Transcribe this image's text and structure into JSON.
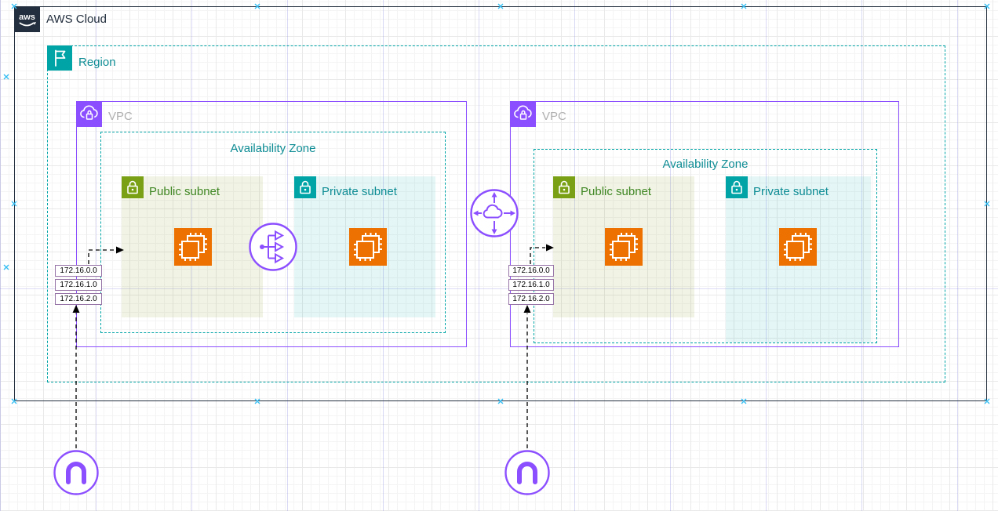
{
  "aws_cloud": {
    "label": "AWS Cloud",
    "logo_text": "aws"
  },
  "region": {
    "label": "Region"
  },
  "vpc_left": {
    "label": "VPC",
    "az_label": "Availability Zone",
    "public_subnet_label": "Public subnet",
    "private_subnet_label": "Private subnet",
    "cidrs": [
      "172.16.0.0",
      "172.16.1.0",
      "172.16.2.0"
    ]
  },
  "vpc_right": {
    "label": "VPC",
    "az_label": "Availability Zone",
    "public_subnet_label": "Public subnet",
    "private_subnet_label": "Private subnet",
    "cidrs": [
      "172.16.0.0",
      "172.16.1.0",
      "172.16.2.0"
    ]
  },
  "icons": {
    "aws_logo": "aws-logo-icon",
    "region": "region-flag-icon",
    "vpc": "vpc-cloud-lock-icon",
    "public_subnet": "public-subnet-lock-icon",
    "private_subnet": "private-subnet-lock-icon",
    "ec2": "ec2-instances-icon",
    "load_balancer": "elastic-load-balancer-icon",
    "peering": "vpc-peering-icon",
    "gateway": "internet-gateway-icon"
  },
  "colors": {
    "aws_dark": "#232F3E",
    "region_teal_border": "#00A4A6",
    "teal_label": "#0D8C94",
    "vpc_purple": "#8C4FFF",
    "vpc_label_gray": "#B0B0B0",
    "public_green": "#7AA116",
    "public_label_green": "#3F8624",
    "private_teal": "#00A4A6",
    "ec2_orange": "#ED7100",
    "cidr_border_purple": "#9673A6",
    "connection_point_blue": "#33BDF2",
    "arrow_black": "#000000"
  }
}
